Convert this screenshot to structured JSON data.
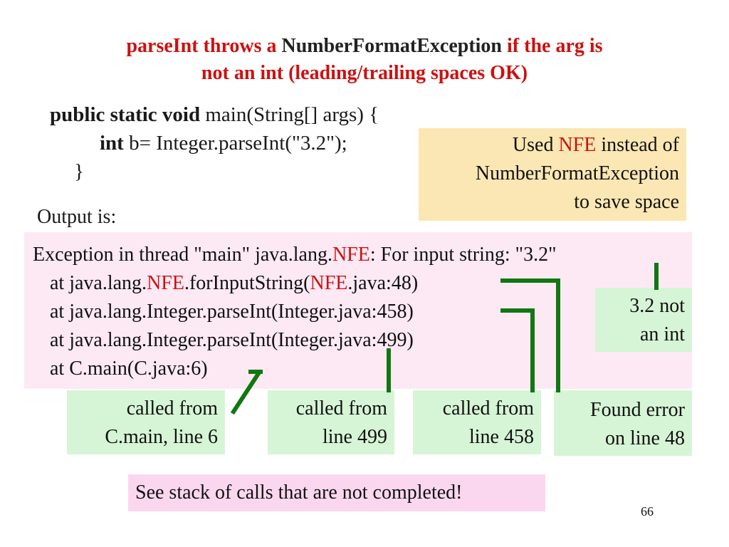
{
  "title": {
    "p1": "parseInt throws a ",
    "p2": "NumberFormatException",
    "p3": " if the arg is",
    "line2": "not an int (leading/trailing spaces OK)"
  },
  "code": {
    "l1_kw": "public static void",
    "l1_rest": " main(String[] args) {",
    "l2_kw": "int",
    "l2_rest": " b= Integer.parseInt(\"3.2\");",
    "l3": "}"
  },
  "note": {
    "a1": "Used ",
    "a2": "NFE",
    "a3": " instead of",
    "b": "NumberFormatException",
    "c": "to save space"
  },
  "output_label": "Output is:",
  "trace": {
    "l1a": "Exception in thread \"main\" java.lang.",
    "l1b": "NFE",
    "l1c": ":  For input string: \"3.2\"",
    "l2a": "at java.lang.",
    "l2b": "NFE",
    "l2c": ".forInputString(",
    "l2d": "NFE",
    "l2e": ".java:48)",
    "l3": "at java.lang.Integer.parseInt(Integer.java:458)",
    "l4": "at java.lang.Integer.parseInt(Integer.java:499)",
    "l5": "at C.main(C.java:6)"
  },
  "callouts": {
    "not_int_1": "3.2 not",
    "not_int_2": "an int",
    "cmain_1": "called from",
    "cmain_2": "C.main, line 6",
    "c499_1": "called from",
    "c499_2": "line 499",
    "c458_1": "called from",
    "c458_2": "line 458",
    "found_1": "Found error",
    "found_2": "on line 48"
  },
  "footer": "See stack of calls that are not completed!",
  "page_number": "66",
  "colors": {
    "red": "#cc1111",
    "connector": "#117711",
    "tan": "#fbe7b3",
    "green": "#d6f5d6",
    "pink": "#fde9f4"
  }
}
